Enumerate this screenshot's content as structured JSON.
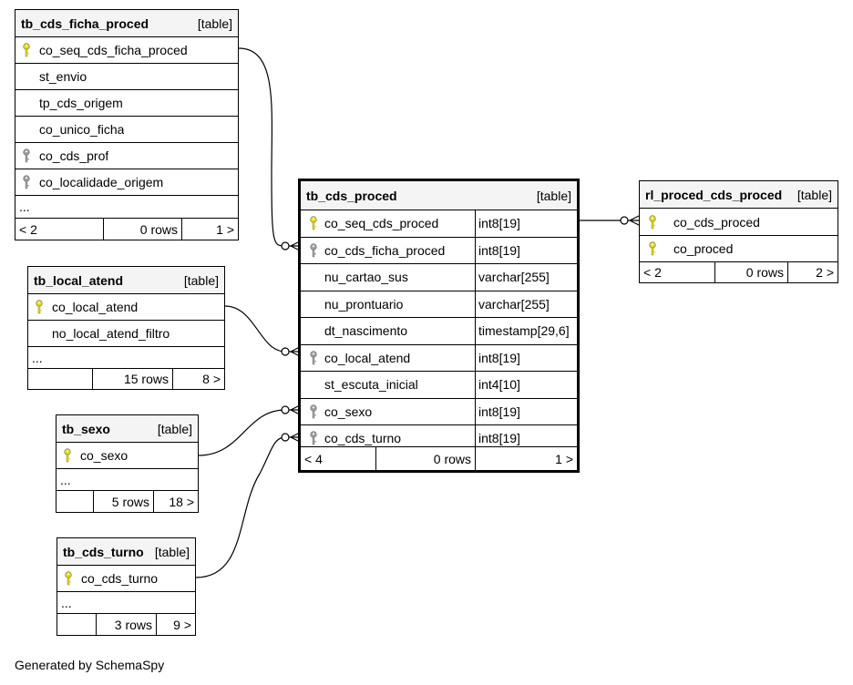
{
  "colors": {
    "primary_key": "#e8e000",
    "foreign_key": "#a0a0a0",
    "header_bg": "#f4f4f4",
    "border": "#000000"
  },
  "tables": {
    "ficha": {
      "name": "tb_cds_ficha_proced",
      "kind": "[table]",
      "columns": [
        {
          "name": "co_seq_cds_ficha_proced",
          "key": "primary"
        },
        {
          "name": "st_envio",
          "key": "none"
        },
        {
          "name": "tp_cds_origem",
          "key": "none"
        },
        {
          "name": "co_unico_ficha",
          "key": "none"
        },
        {
          "name": "co_cds_prof",
          "key": "foreign"
        },
        {
          "name": "co_localidade_origem",
          "key": "foreign"
        }
      ],
      "ellipsis": "...",
      "footer": {
        "parents": "< 2",
        "rows": "0 rows",
        "children": "1 >"
      }
    },
    "local": {
      "name": "tb_local_atend",
      "kind": "[table]",
      "columns": [
        {
          "name": "co_local_atend",
          "key": "primary"
        },
        {
          "name": "no_local_atend_filtro",
          "key": "none"
        }
      ],
      "ellipsis": "...",
      "footer": {
        "parents": "",
        "rows": "15 rows",
        "children": "8 >"
      }
    },
    "sexo": {
      "name": "tb_sexo",
      "kind": "[table]",
      "columns": [
        {
          "name": "co_sexo",
          "key": "primary"
        }
      ],
      "ellipsis": "...",
      "footer": {
        "parents": "",
        "rows": "5 rows",
        "children": "18 >"
      }
    },
    "turno": {
      "name": "tb_cds_turno",
      "kind": "[table]",
      "columns": [
        {
          "name": "co_cds_turno",
          "key": "primary"
        }
      ],
      "ellipsis": "...",
      "footer": {
        "parents": "",
        "rows": "3 rows",
        "children": "9 >"
      }
    },
    "proced": {
      "name": "tb_cds_proced",
      "kind": "[table]",
      "columns": [
        {
          "name": "co_seq_cds_proced",
          "type": "int8[19]",
          "key": "primary"
        },
        {
          "name": "co_cds_ficha_proced",
          "type": "int8[19]",
          "key": "foreign"
        },
        {
          "name": "nu_cartao_sus",
          "type": "varchar[255]",
          "key": "none"
        },
        {
          "name": "nu_prontuario",
          "type": "varchar[255]",
          "key": "none"
        },
        {
          "name": "dt_nascimento",
          "type": "timestamp[29,6]",
          "key": "none"
        },
        {
          "name": "co_local_atend",
          "type": "int8[19]",
          "key": "foreign"
        },
        {
          "name": "st_escuta_inicial",
          "type": "int4[10]",
          "key": "none"
        },
        {
          "name": "co_sexo",
          "type": "int8[19]",
          "key": "foreign"
        },
        {
          "name": "co_cds_turno",
          "type": "int8[19]",
          "key": "foreign"
        }
      ],
      "footer": {
        "parents": "< 4",
        "rows": "0 rows",
        "children": "1 >"
      }
    },
    "rl": {
      "name": "rl_proced_cds_proced",
      "kind": "[table]",
      "columns": [
        {
          "name": "co_cds_proced",
          "key": "primary"
        },
        {
          "name": "co_proced",
          "key": "primary"
        }
      ],
      "footer": {
        "parents": "< 2",
        "rows": "0 rows",
        "children": "2 >"
      }
    }
  },
  "footer_text": "Generated by SchemaSpy"
}
